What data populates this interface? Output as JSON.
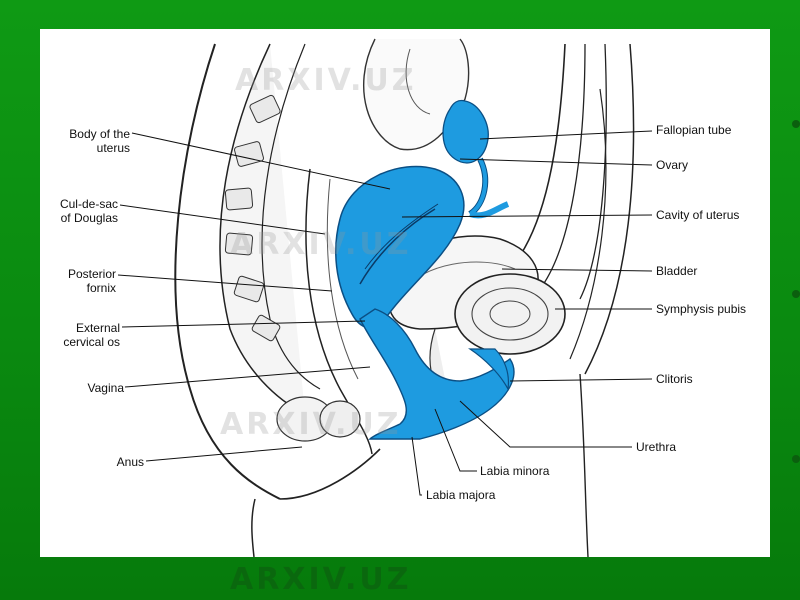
{
  "labels": {
    "body_of_uterus": "Body of the\nuterus",
    "cul_de_sac": "Cul-de-sac\nof Douglas",
    "posterior_fornix": "Posterior\nfornix",
    "external_os": "External\ncervical os",
    "vagina": "Vagina",
    "anus": "Anus",
    "fallopian_tube": "Fallopian tube",
    "ovary": "Ovary",
    "cavity_of_uterus": "Cavity of uterus",
    "bladder": "Bladder",
    "symphysis_pubis": "Symphysis pubis",
    "clitoris": "Clitoris",
    "urethra": "Urethra",
    "labia_minora": "Labia minora",
    "labia_majora": "Labia majora"
  },
  "watermark": {
    "text": "ARXIV.UZ"
  },
  "colors": {
    "organ_blue": "#1e9be0",
    "slide_green": "#0a8a10"
  }
}
